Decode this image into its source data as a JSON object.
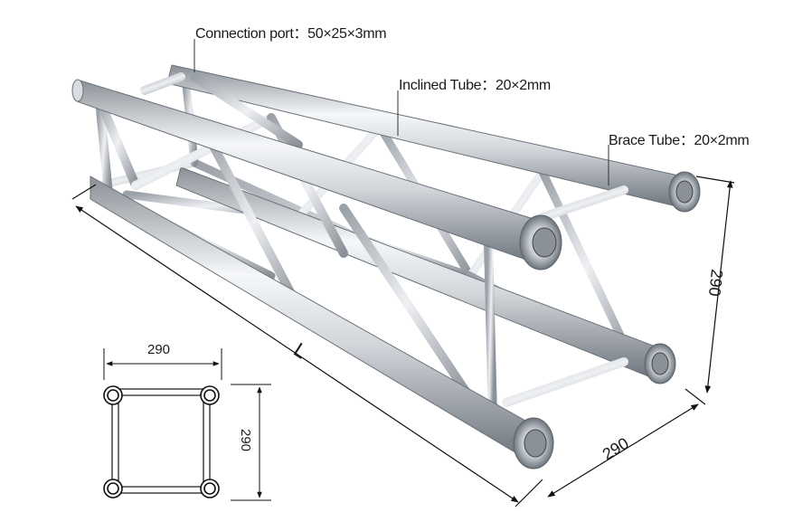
{
  "callouts": {
    "connection_port": "Connection port：50×25×3mm",
    "inclined_tube": "Inclined Tube：20×2mm",
    "brace_tube": "Brace Tube：20×2mm"
  },
  "dimensions": {
    "length": "L",
    "height": "290",
    "width": "290",
    "section_width": "290",
    "section_height": "290"
  },
  "colors": {
    "tube_light": "#f4f6f8",
    "tube_mid": "#c9ced4",
    "tube_dark": "#7d848c",
    "line": "#111111"
  }
}
